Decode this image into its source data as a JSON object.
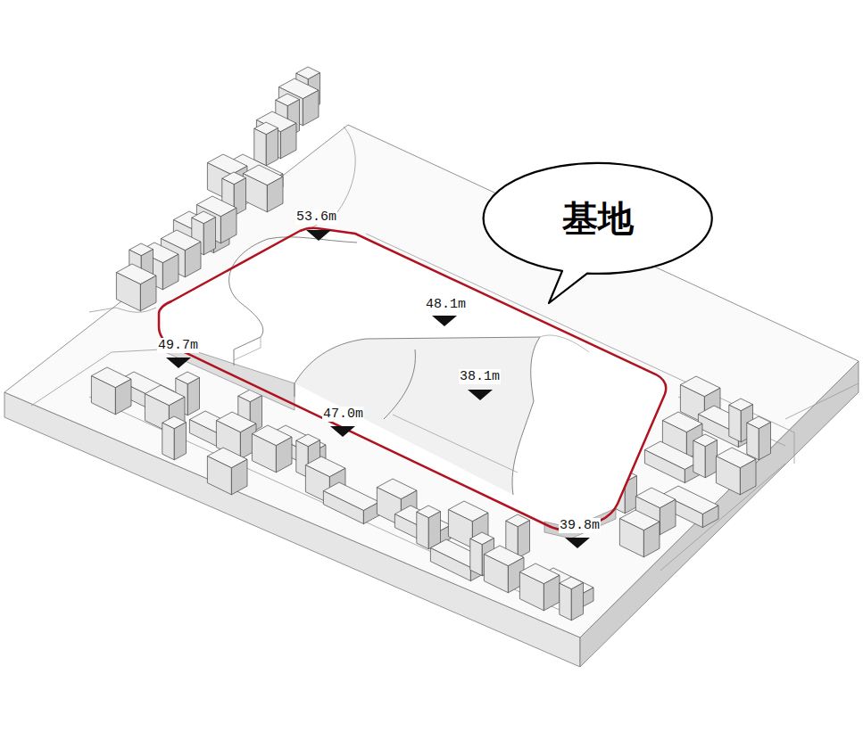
{
  "diagram": {
    "nodes": [
      {
        "text": [
          "基地"
        ]
      }
    ],
    "labels": [
      "53.6m",
      "48.1m",
      "49.7m",
      "38.1m",
      "47.0m",
      "39.8m"
    ]
  }
}
